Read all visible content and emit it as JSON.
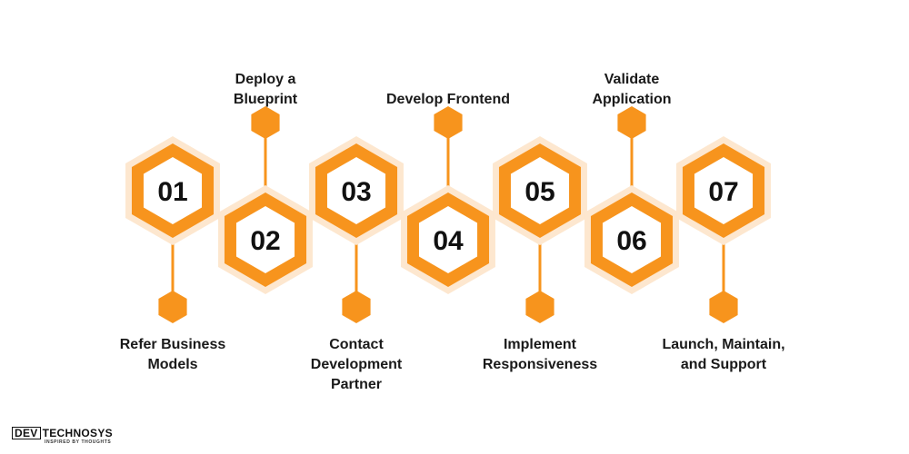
{
  "colors": {
    "accent": "#F7941D",
    "glow": "#FDE7CF",
    "inner": "#FFFFFF",
    "text": "#111111"
  },
  "steps": [
    {
      "number": "01",
      "label": "Refer Business\nModels"
    },
    {
      "number": "02",
      "label": "Deploy a\nBlueprint"
    },
    {
      "number": "03",
      "label": "Contact\nDevelopment\nPartner"
    },
    {
      "number": "04",
      "label": "Develop Frontend"
    },
    {
      "number": "05",
      "label": "Implement\nResponsiveness"
    },
    {
      "number": "06",
      "label": "Validate\nApplication"
    },
    {
      "number": "07",
      "label": "Launch, Maintain,\nand Support"
    }
  ],
  "logo": {
    "brand_dev": "DEV",
    "brand_rest": "TECHNOSYS",
    "tagline": "INSPIRED BY THOUGHTS"
  }
}
